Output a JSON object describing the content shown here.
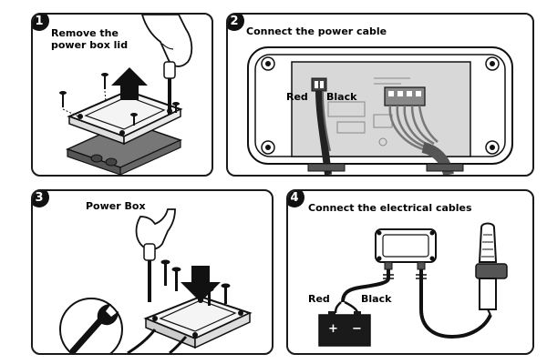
{
  "steps": [
    {
      "number": "1",
      "title": "Remove the\npower box lid"
    },
    {
      "number": "2",
      "title": "Connect the power cable",
      "labels": {
        "red": "Red",
        "black": "Black"
      }
    },
    {
      "number": "3",
      "title": "Power Box"
    },
    {
      "number": "4",
      "title": "Connect the electrical cables",
      "labels": {
        "red": "Red",
        "black": "Black"
      },
      "battery_symbols": {
        "plus": "+",
        "minus": "−"
      }
    }
  ],
  "icons": {
    "step1": [
      "hand-screwdriver-icon",
      "up-arrow-icon",
      "screw-icon",
      "junction-box-icon"
    ],
    "step2": [
      "open-box-icon",
      "terminal-block-icon",
      "cable-gland-icon"
    ],
    "step3": [
      "hand-screwdriver-icon",
      "down-arrow-icon",
      "wrench-icon",
      "junction-box-icon"
    ],
    "step4": [
      "power-box-icon",
      "battery-icon",
      "antenna-icon"
    ]
  }
}
